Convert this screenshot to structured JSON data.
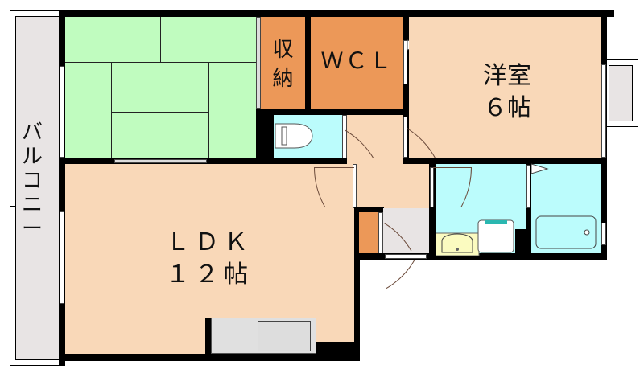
{
  "floorplan": {
    "rooms": {
      "balcony": {
        "label": "バルコニー",
        "chars": [
          "バ",
          "ル",
          "コ",
          "ニ",
          "ー"
        ]
      },
      "washitsu": {
        "label": ""
      },
      "storage": {
        "label_line1": "収",
        "label_line2": "納"
      },
      "wcl": {
        "label": "ＷＣＬ"
      },
      "western_room": {
        "label_line1": "洋室",
        "label_line2": "６帖"
      },
      "ldk": {
        "label_line1": "ＬＤＫ",
        "label_line2": "１２帖"
      },
      "toilet": {
        "label": ""
      },
      "washroom": {
        "label": ""
      },
      "bathroom": {
        "label": ""
      },
      "entrance": {
        "label": ""
      },
      "shoe_storage": {
        "label": ""
      }
    },
    "colors": {
      "tatami": "#c0fcbf",
      "wood_floor": "#f9d8b8",
      "storage": "#ec9858",
      "wet_area": "#bbfcfc",
      "balcony": "#e8e4e4",
      "wall": "#000000"
    }
  }
}
